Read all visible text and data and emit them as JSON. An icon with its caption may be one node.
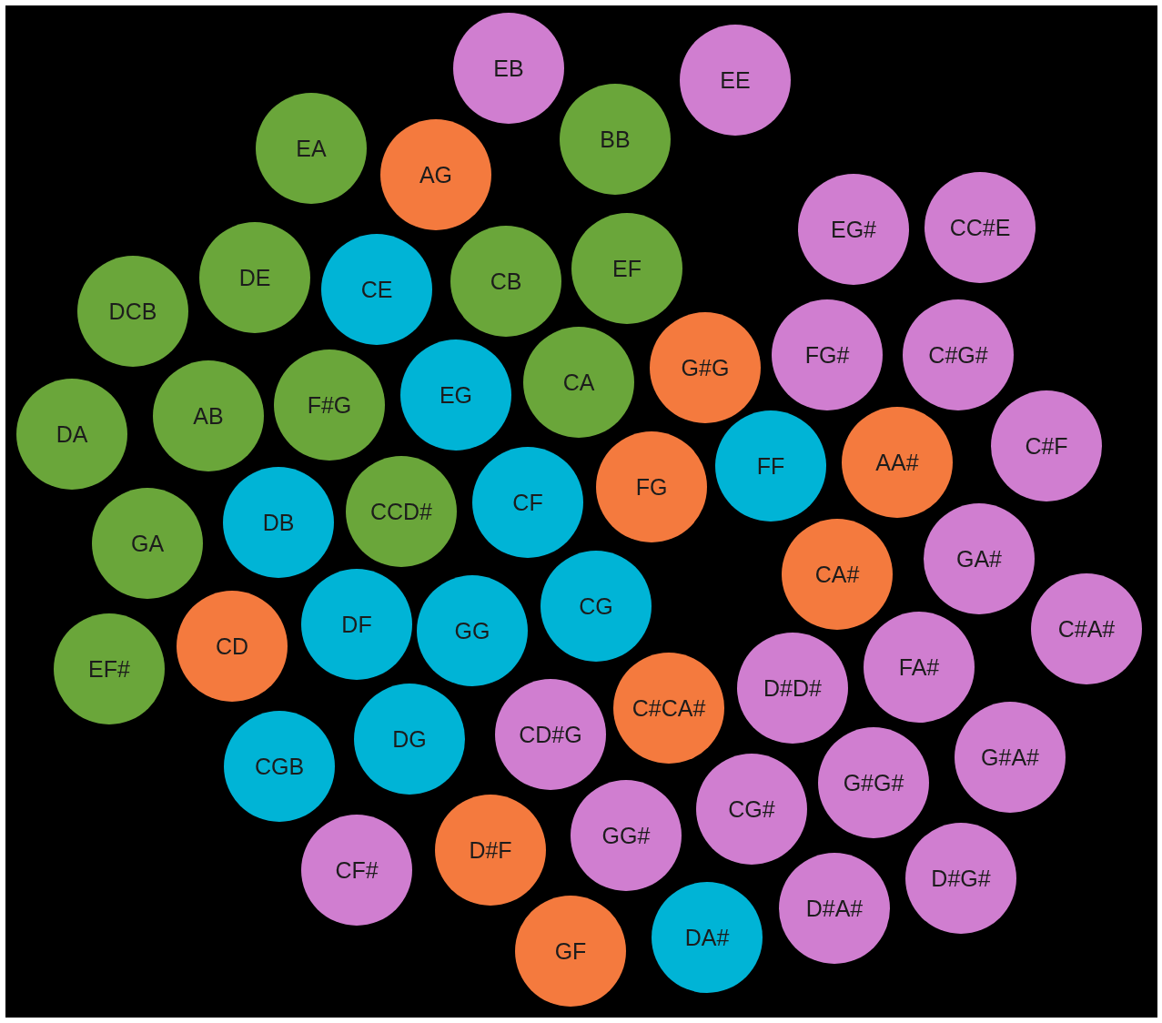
{
  "diagram": {
    "nodes": [
      {
        "text": [
          "EB"
        ]
      },
      {
        "text": [
          "EE"
        ]
      },
      {
        "text": [
          "EA"
        ]
      },
      {
        "text": [
          "BB"
        ]
      },
      {
        "text": [
          "AG"
        ]
      },
      {
        "text": [
          "EG#"
        ]
      },
      {
        "text": [
          "CC#E"
        ]
      },
      {
        "text": [
          "DE"
        ]
      },
      {
        "text": [
          "EF"
        ]
      },
      {
        "text": [
          "CB"
        ]
      },
      {
        "text": [
          "CE"
        ]
      },
      {
        "text": [
          "DCB"
        ]
      },
      {
        "text": [
          "FG#"
        ]
      },
      {
        "text": [
          "C#G#"
        ]
      },
      {
        "text": [
          "G#G"
        ]
      },
      {
        "text": [
          "CA"
        ]
      },
      {
        "text": [
          "EG"
        ]
      },
      {
        "text": [
          "F#G"
        ]
      },
      {
        "text": [
          "AB"
        ]
      },
      {
        "text": [
          "DA"
        ]
      },
      {
        "text": [
          "C#F"
        ]
      },
      {
        "text": [
          "AA#"
        ]
      },
      {
        "text": [
          "FF"
        ]
      },
      {
        "text": [
          "FG"
        ]
      },
      {
        "text": [
          "CF"
        ]
      },
      {
        "text": [
          "CCD#"
        ]
      },
      {
        "text": [
          "DB"
        ]
      },
      {
        "text": [
          "GA"
        ]
      },
      {
        "text": [
          "GA#"
        ]
      },
      {
        "text": [
          "CA#"
        ]
      },
      {
        "text": [
          "CG"
        ]
      },
      {
        "text": [
          "DF"
        ]
      },
      {
        "text": [
          "GG"
        ]
      },
      {
        "text": [
          "C#A#"
        ]
      },
      {
        "text": [
          "CD"
        ]
      },
      {
        "text": [
          "FA#"
        ]
      },
      {
        "text": [
          "EF#"
        ]
      },
      {
        "text": [
          "D#D#"
        ]
      },
      {
        "text": [
          "C#CA#"
        ]
      },
      {
        "text": [
          "CD#G"
        ]
      },
      {
        "text": [
          "DG"
        ]
      },
      {
        "text": [
          "G#A#"
        ]
      },
      {
        "text": [
          "CGB"
        ]
      },
      {
        "text": [
          "G#G#"
        ]
      },
      {
        "text": [
          "CG#"
        ]
      },
      {
        "text": [
          "GG#"
        ]
      },
      {
        "text": [
          "D#F"
        ]
      },
      {
        "text": [
          "CF#"
        ]
      },
      {
        "text": [
          "D#G#"
        ]
      },
      {
        "text": [
          "D#A#"
        ]
      },
      {
        "text": [
          "DA#"
        ]
      },
      {
        "text": [
          "GF"
        ]
      }
    ]
  }
}
